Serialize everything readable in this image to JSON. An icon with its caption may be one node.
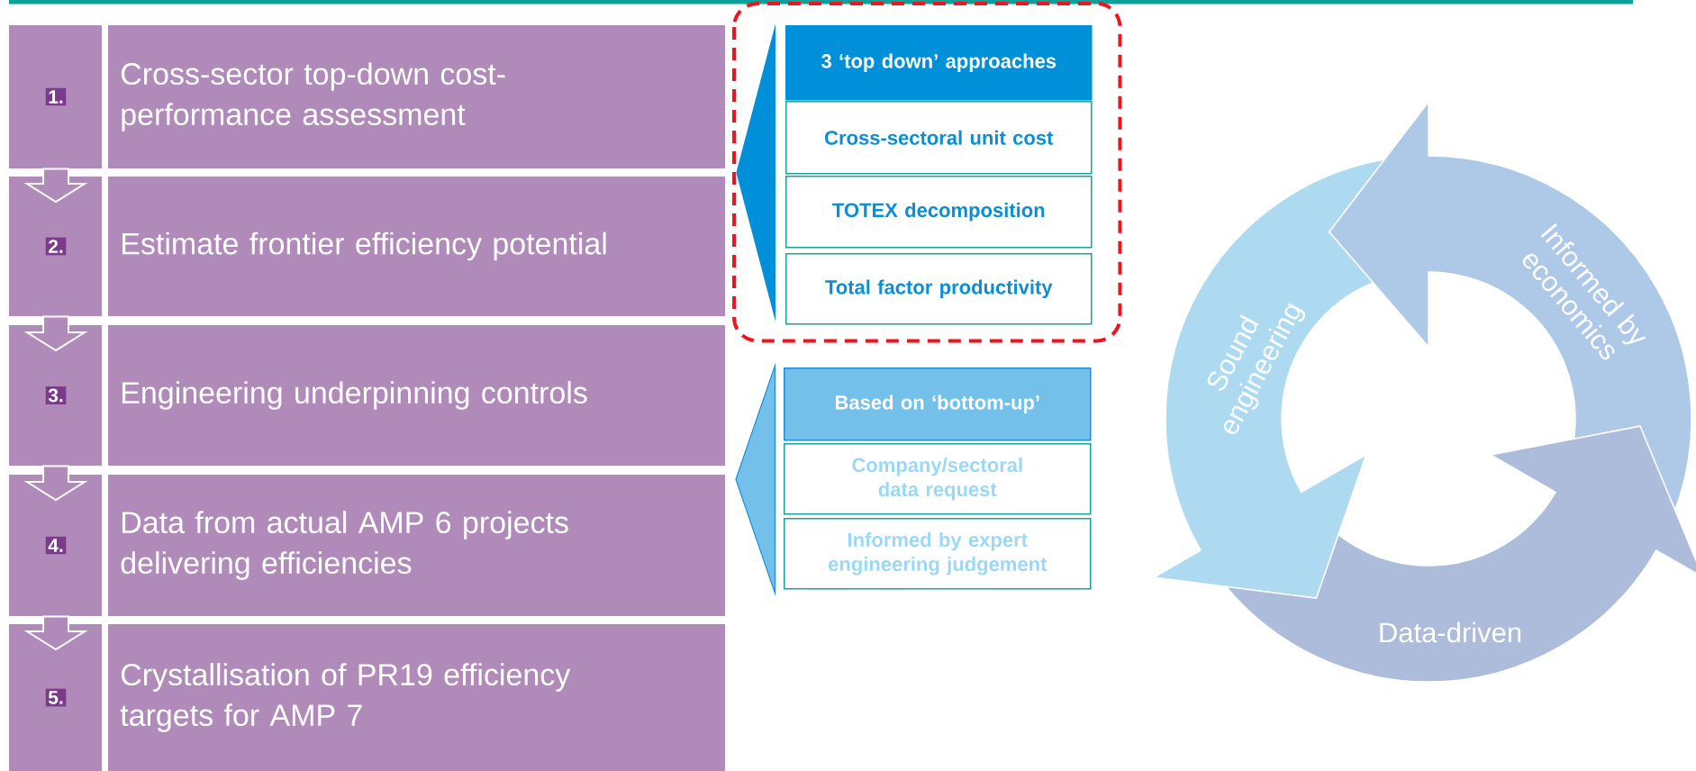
{
  "diagram": {
    "nodes": [
      {
        "text": [
          "1.",
          "Cross-sector top-down cost-performance assessment"
        ]
      },
      {
        "text": [
          "2.",
          "Estimate frontier efficiency potential"
        ]
      },
      {
        "text": [
          "3.",
          "Engineering underpinning controls"
        ]
      },
      {
        "text": [
          "4.",
          "Data from actual AMP 6 projects delivering efficiencies"
        ]
      },
      {
        "text": [
          "5.",
          "Crystallisation of PR19 efficiency targets for AMP 7"
        ]
      },
      {
        "text": [],
        "shape": "box"
      },
      {
        "text": [],
        "shape": "triangle",
        "in": 5
      },
      {
        "text": [
          "3 ‘top down’ approaches"
        ],
        "in": 5
      },
      {
        "text": [
          "Cross-sectoral unit cost"
        ],
        "in": 5
      },
      {
        "text": [
          "TOTEX decomposition"
        ],
        "in": 5
      },
      {
        "text": [
          "Total factor productivity"
        ],
        "in": 5
      },
      {
        "text": [],
        "shape": "triangle"
      },
      {
        "text": [
          "Based on ‘bottom-up’"
        ]
      },
      {
        "text": [
          "Company/sectoral data request"
        ]
      },
      {
        "text": [
          "Informed by expert engineering judgement"
        ]
      },
      {
        "text": [
          "Informed by economics"
        ]
      },
      {
        "text": [
          "Sound engineering"
        ]
      },
      {
        "text": [
          "Data-driven"
        ]
      }
    ],
    "edges": [
      {
        "from": 0,
        "to": 1,
        "arrow": "to"
      },
      {
        "from": 1,
        "to": 2,
        "arrow": "to"
      },
      {
        "from": 2,
        "to": 3,
        "arrow": "to"
      },
      {
        "from": 3,
        "to": 4,
        "arrow": "to"
      }
    ]
  }
}
